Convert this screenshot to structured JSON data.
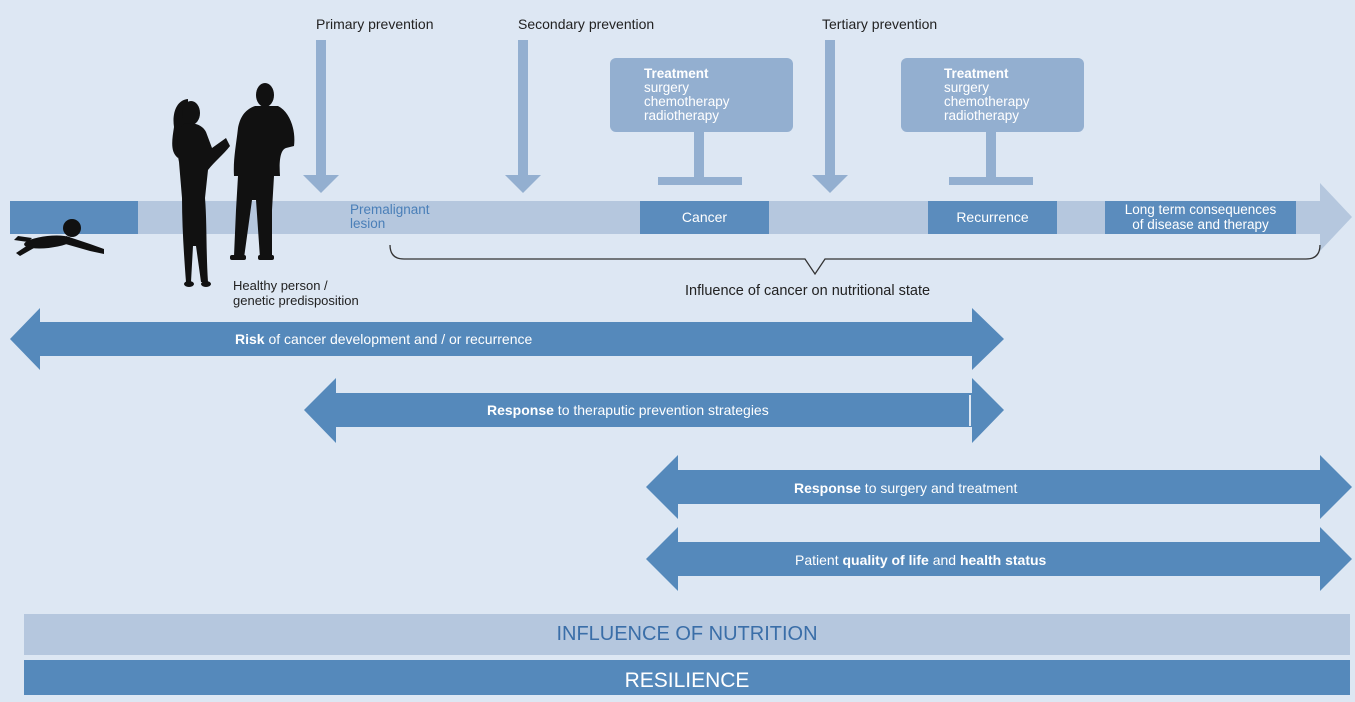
{
  "prevention": {
    "primary": "Primary prevention",
    "secondary": "Secondary prevention",
    "tertiary": "Tertiary prevention"
  },
  "treatment1": {
    "title": "Treatment",
    "line1": "surgery",
    "line2": "chemotherapy",
    "line3": "radiotherapy"
  },
  "treatment2": {
    "title": "Treatment",
    "line1": "surgery",
    "line2": "chemotherapy",
    "line3": "radiotherapy"
  },
  "timeline": {
    "premalignant_line1": "Premalignant",
    "premalignant_line2": "lesion",
    "cancer": "Cancer",
    "recurrence": "Recurrence",
    "longterm_line1": "Long term consequences",
    "longterm_line2": "of disease and therapy"
  },
  "healthy": {
    "line1": "Healthy person /",
    "line2": "genetic predisposition"
  },
  "influence_cancer": "Influence of cancer on nutritional state",
  "arrows": {
    "risk_bold": "Risk",
    "risk_rest": " of cancer development and / or recurrence",
    "response1_bold": "Response",
    "response1_rest": " to theraputic prevention strategies",
    "response2_bold": "Response",
    "response2_rest": " to surgery and treatment",
    "qol_pre": "Patient ",
    "qol_bold1": "quality of life",
    "qol_mid": " and ",
    "qol_bold2": "health status"
  },
  "bars": {
    "nutrition": "INFLUENCE OF NUTRITION",
    "resilience": "RESILIENCE"
  },
  "colors": {
    "background": "#dde7f3",
    "timeline_light": "#b5c7de",
    "timeline_dark": "#5b8cbd",
    "treatment_box": "#93afd0",
    "arrow": "#5589bb",
    "resilience_bar": "#5589bb",
    "nutrition_bar": "#b5c7de"
  }
}
